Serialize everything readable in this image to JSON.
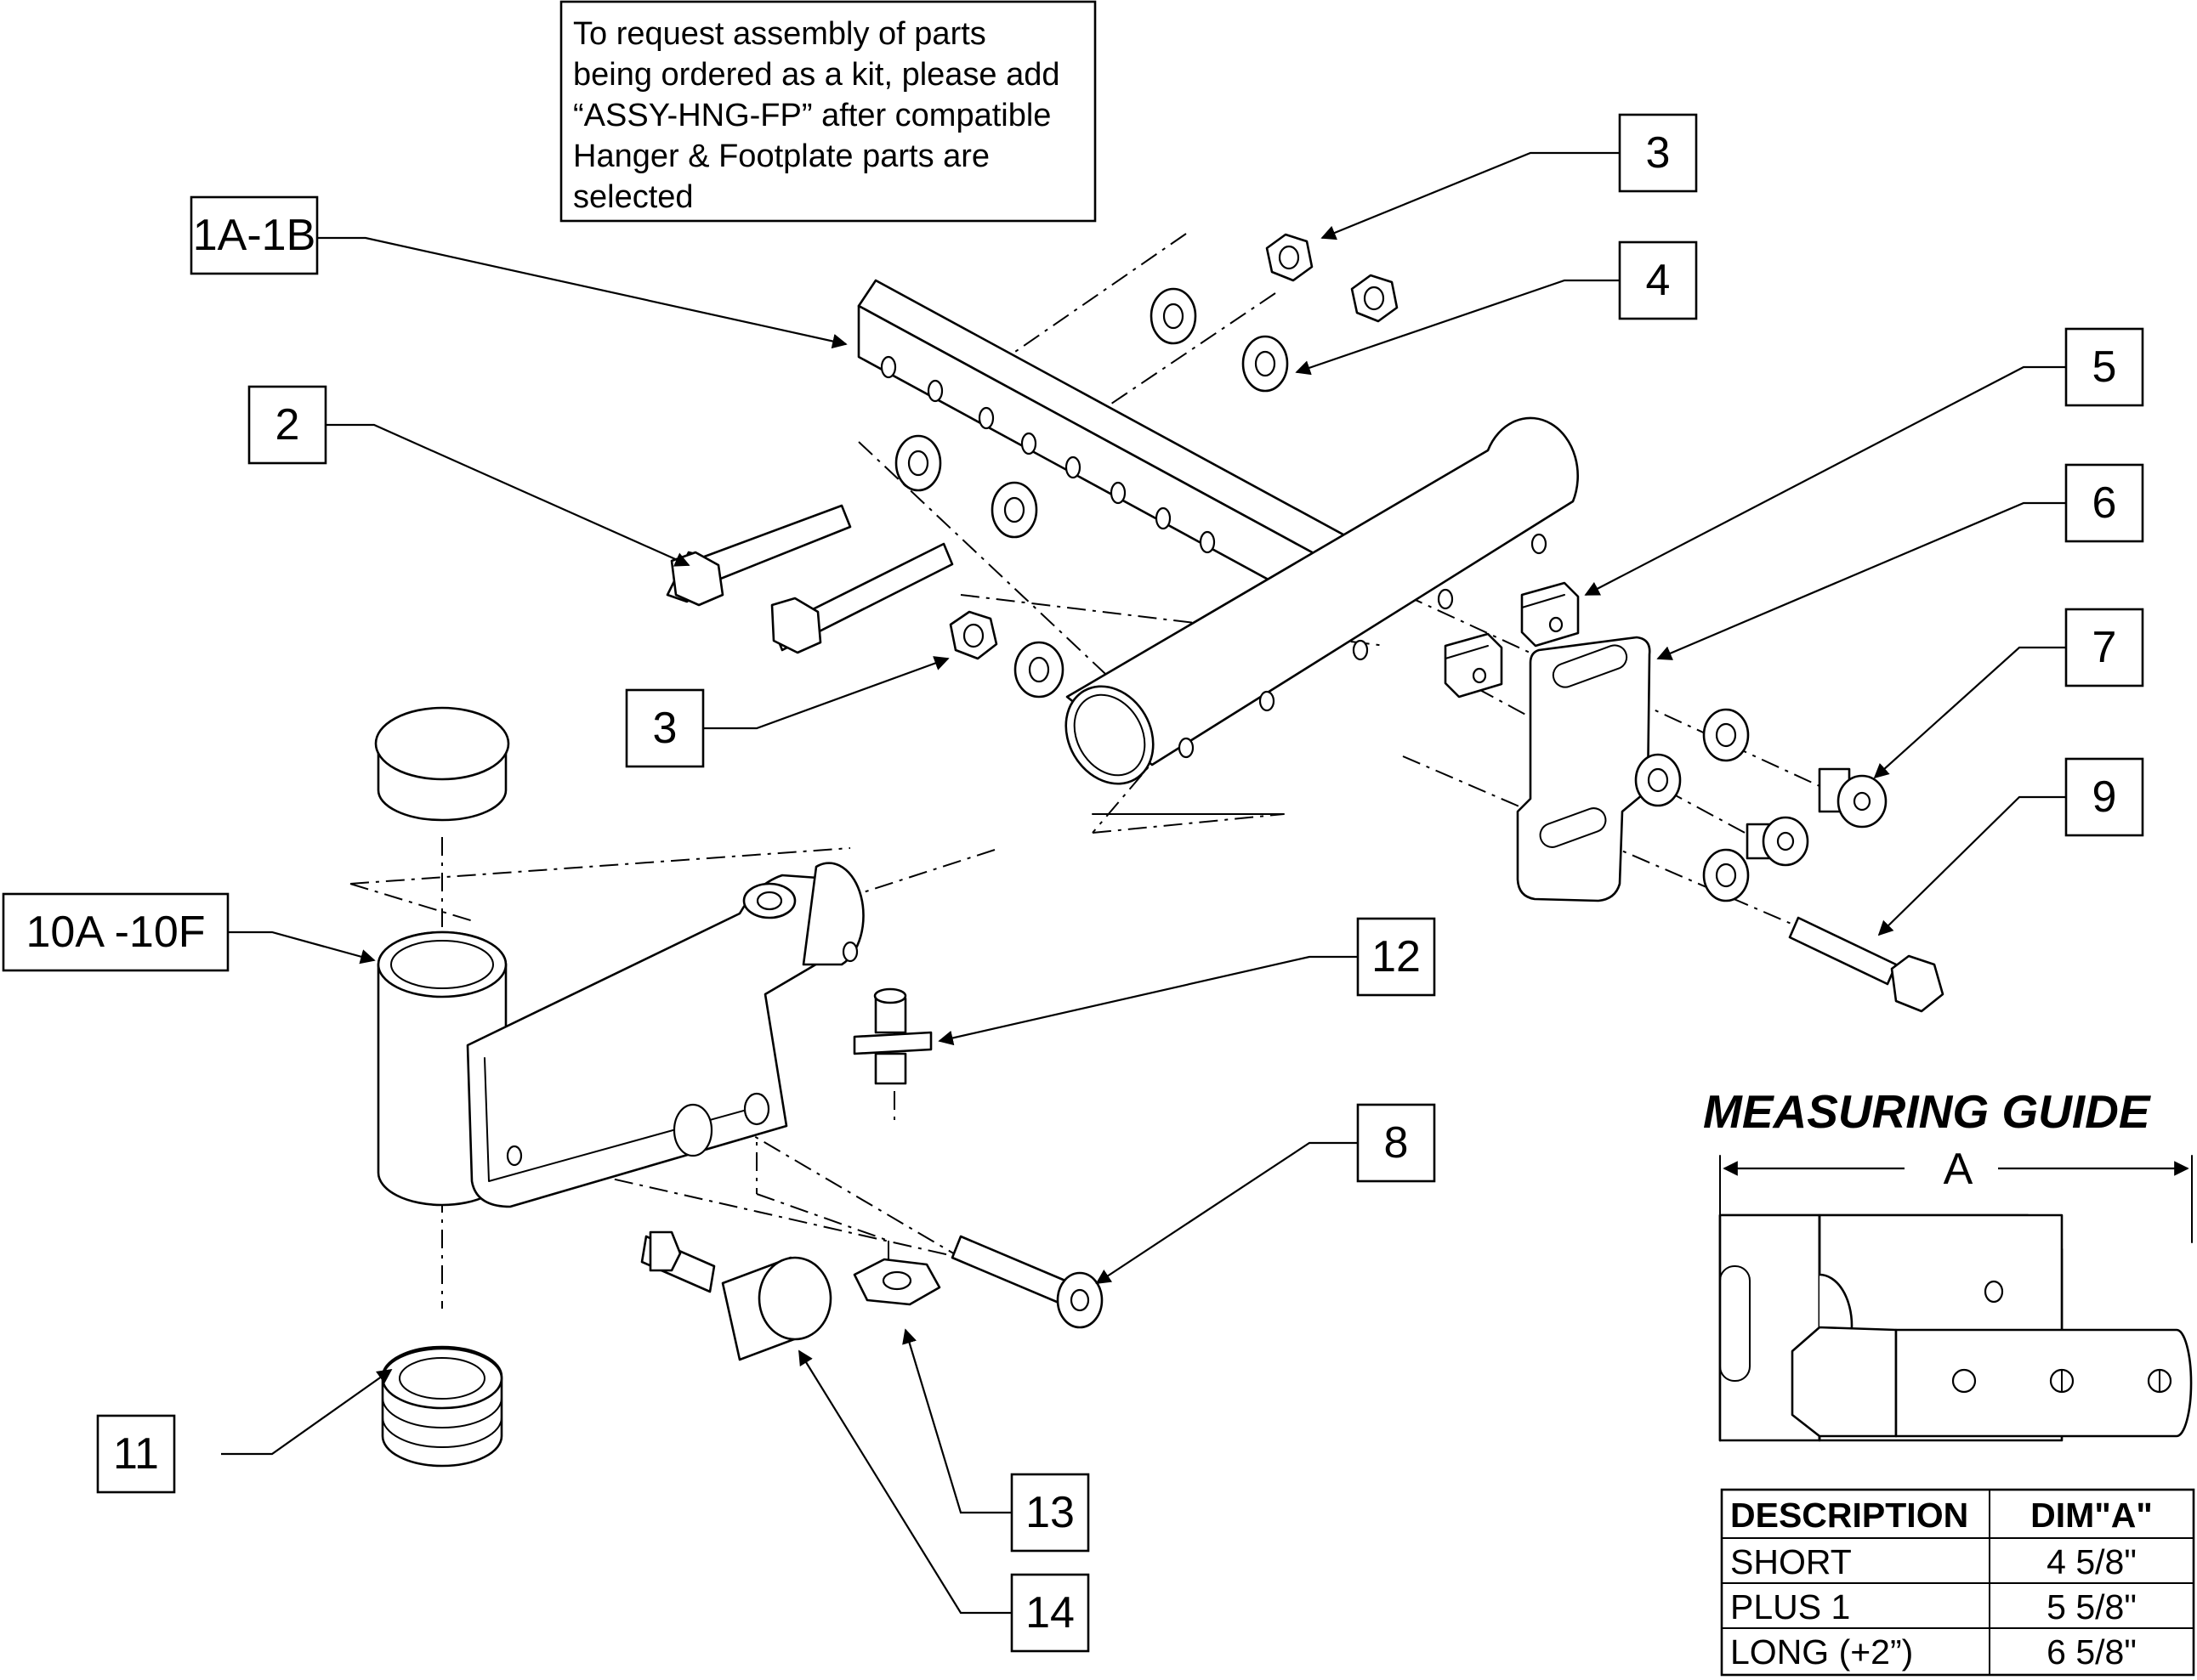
{
  "note": {
    "lines": [
      "To request assembly of parts",
      "being ordered as a kit, please add",
      "“ASSY-HNG-FP” after compatible",
      "Hanger & Footplate parts are",
      "selected"
    ]
  },
  "callouts": {
    "c1": "1A-1B",
    "c2": "2",
    "c3a": "3",
    "c3b": "3",
    "c4": "4",
    "c5": "5",
    "c6": "6",
    "c7": "7",
    "c8": "8",
    "c9": "9",
    "c10": "10A -10F",
    "c11": "11",
    "c12": "12",
    "c13": "13",
    "c14": "14"
  },
  "measuring_guide": {
    "title": "MEASURING GUIDE",
    "dimension_label": "A"
  },
  "table": {
    "headers": [
      "DESCRIPTION",
      "DIM\"A\""
    ],
    "rows": [
      [
        "SHORT",
        "4 5/8\""
      ],
      [
        "PLUS 1",
        "5 5/8\""
      ],
      [
        "LONG (+2”)",
        "6 5/8\""
      ]
    ]
  }
}
